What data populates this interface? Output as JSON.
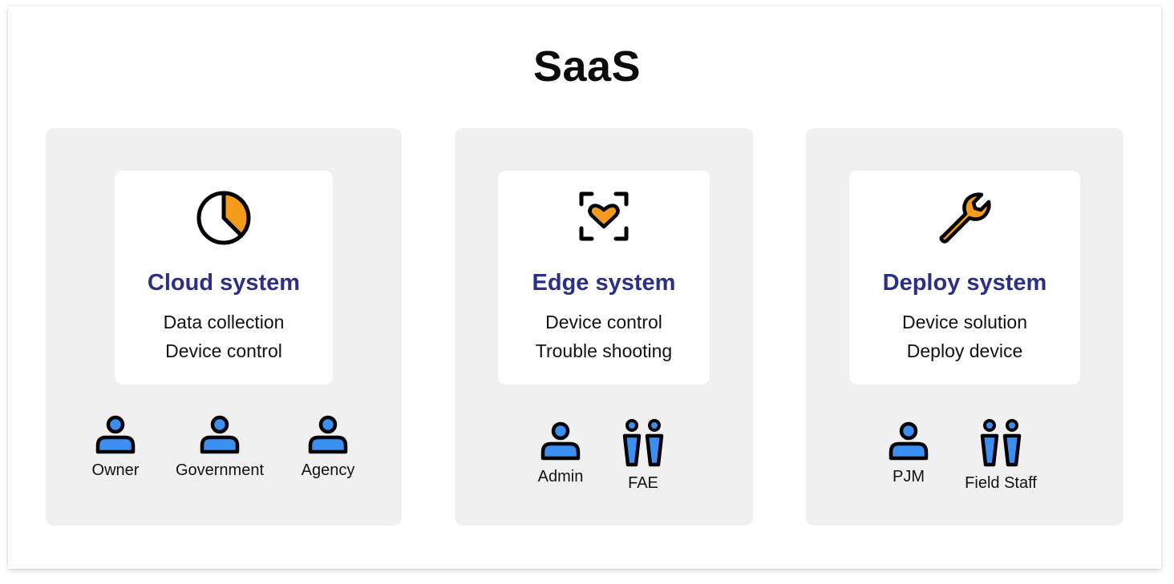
{
  "title": "SaaS",
  "colors": {
    "accent_orange": "#f29b1d",
    "accent_blue": "#3b8ff0",
    "title_navy": "#2b2f87",
    "panel_bg": "#f0f0f0"
  },
  "panels": [
    {
      "title": "Cloud system",
      "icon": "pie-chart-icon",
      "lines": [
        "Data collection",
        "Device control"
      ],
      "roles": [
        {
          "label": "Owner",
          "icon": "person-icon"
        },
        {
          "label": "Government",
          "icon": "person-icon"
        },
        {
          "label": "Agency",
          "icon": "person-icon"
        }
      ]
    },
    {
      "title": "Edge system",
      "icon": "scan-heart-icon",
      "lines": [
        "Device control",
        "Trouble shooting"
      ],
      "roles": [
        {
          "label": "Admin",
          "icon": "person-icon"
        },
        {
          "label": "FAE",
          "icon": "group-icon"
        }
      ]
    },
    {
      "title": "Deploy system",
      "icon": "wrench-icon",
      "lines": [
        "Device solution",
        "Deploy device"
      ],
      "roles": [
        {
          "label": "PJM",
          "icon": "person-icon"
        },
        {
          "label": "Field Staff",
          "icon": "group-icon"
        }
      ]
    }
  ]
}
